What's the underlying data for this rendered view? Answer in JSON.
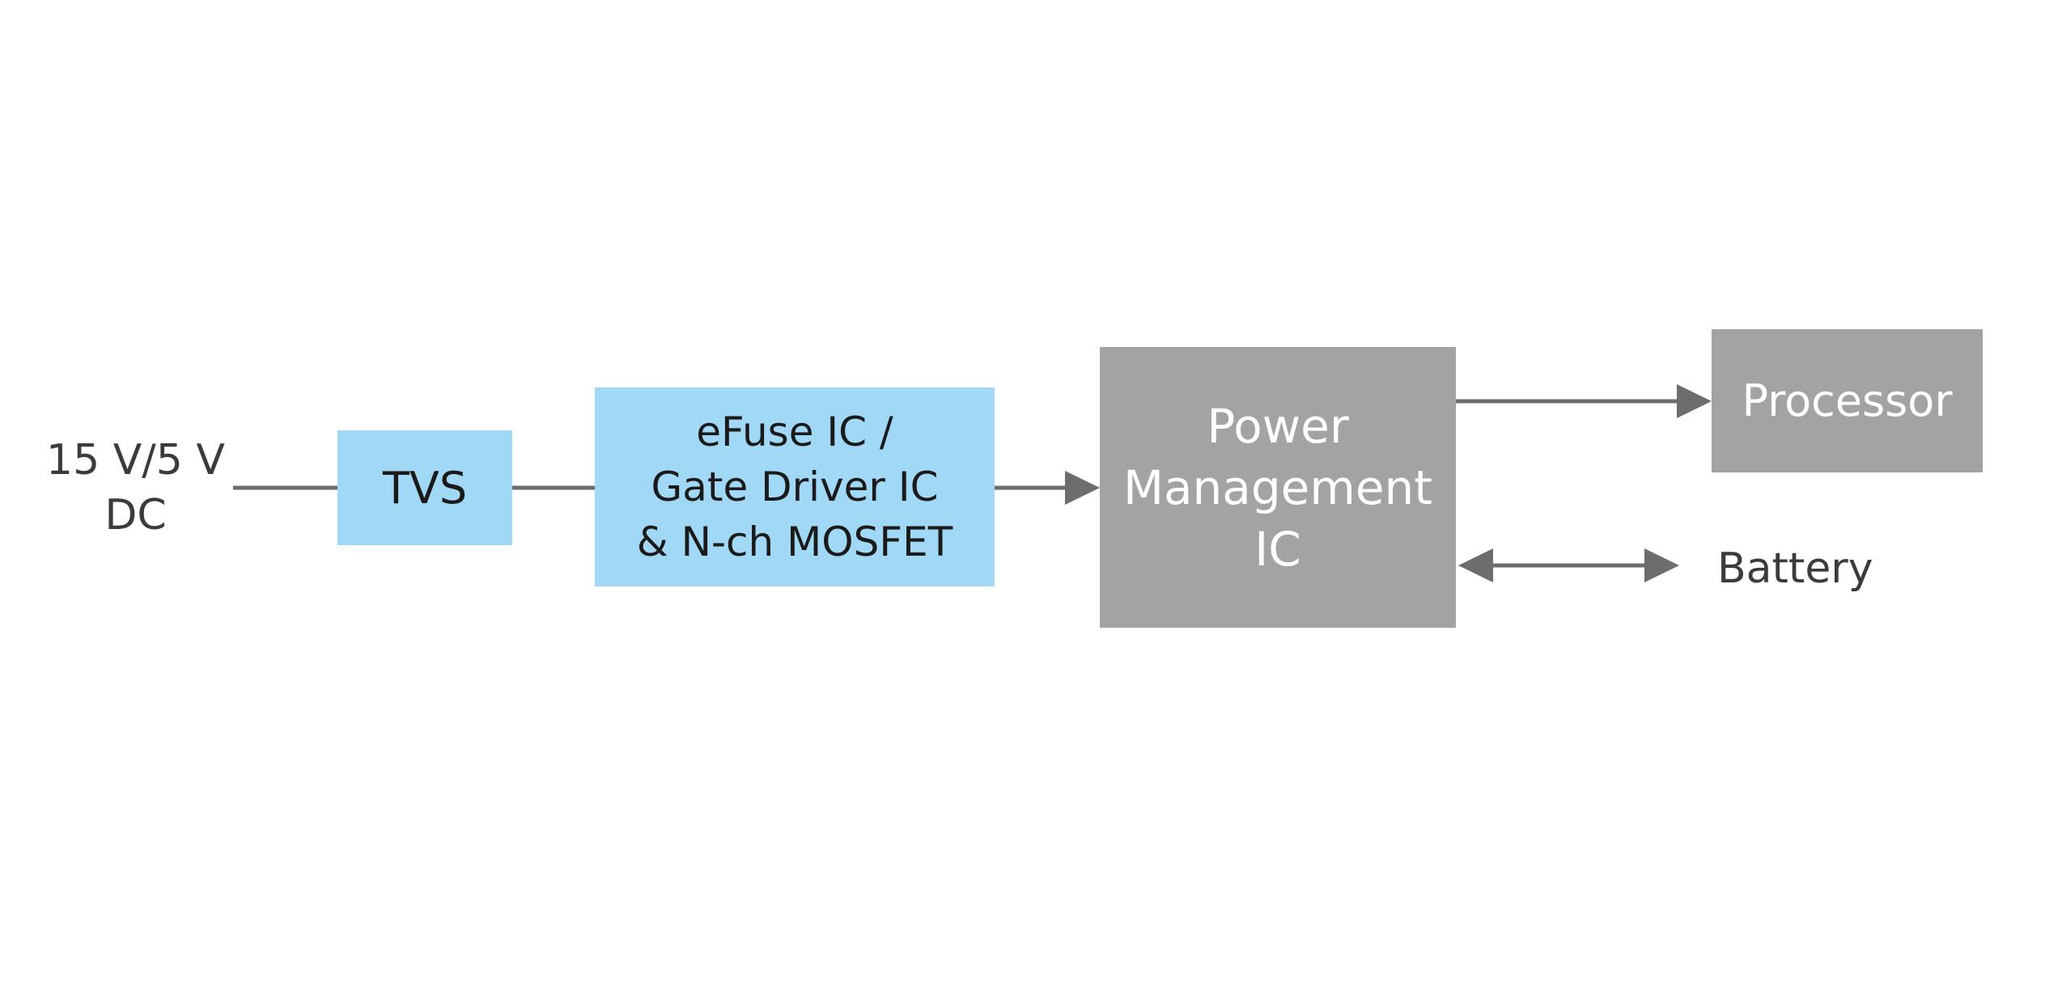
{
  "input": {
    "line1": "15 V/5 V",
    "line2": "DC"
  },
  "blocks": {
    "tvs": {
      "label": "TVS"
    },
    "efuse": {
      "line1": "eFuse IC /",
      "line2": "Gate Driver IC",
      "line3": "& N-ch MOSFET"
    },
    "pmic": {
      "line1": "Power",
      "line2": "Management",
      "line3": "IC"
    },
    "processor": {
      "label": "Processor"
    }
  },
  "battery": {
    "label": "Battery"
  },
  "colors": {
    "protection_block": "#a0d8f6",
    "system_block": "#a3a3a3",
    "wire": "#6d6d6d",
    "label_text": "#3b3b3b"
  }
}
